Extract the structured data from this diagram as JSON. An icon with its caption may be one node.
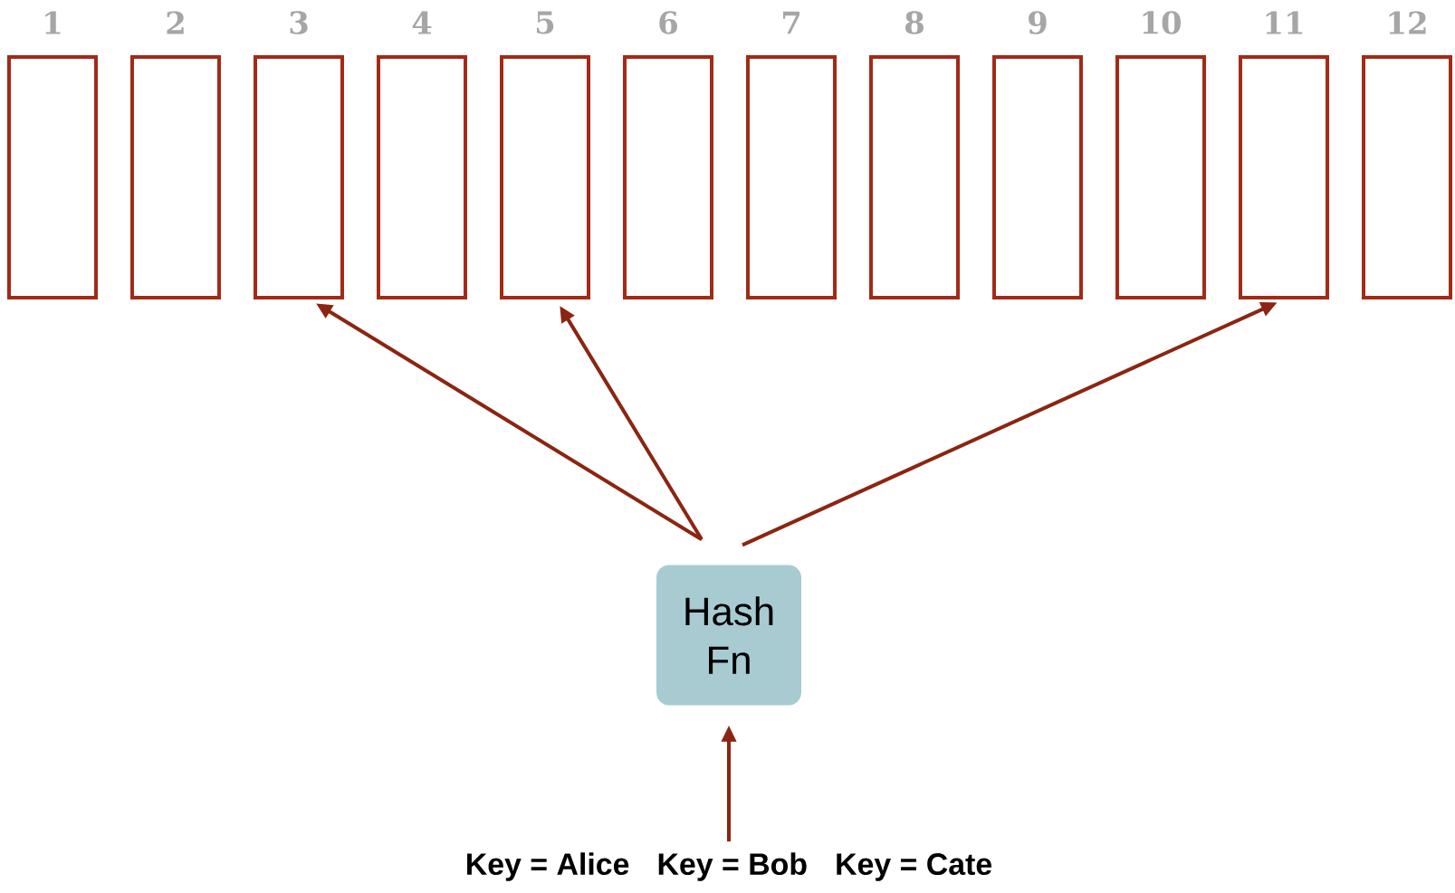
{
  "diagram": {
    "nodes": [
      {
        "text": [
          "1"
        ]
      },
      {
        "text": [
          "2"
        ]
      },
      {
        "text": [
          "3"
        ]
      },
      {
        "text": [
          "4"
        ]
      },
      {
        "text": [
          "5"
        ]
      },
      {
        "text": [
          "6"
        ]
      },
      {
        "text": [
          "7"
        ]
      },
      {
        "text": [
          "8"
        ]
      },
      {
        "text": [
          "9"
        ]
      },
      {
        "text": [
          "10"
        ]
      },
      {
        "text": [
          "11"
        ]
      },
      {
        "text": [
          "12"
        ]
      },
      {
        "text": [
          "Hash Fn"
        ]
      },
      {
        "text": [
          "Key = Alice",
          "Key = Bob",
          "Key = Cate"
        ]
      }
    ],
    "edges": [
      {
        "from": 12,
        "to": 2,
        "arrow": "to"
      },
      {
        "from": 12,
        "to": 4,
        "arrow": "to"
      },
      {
        "from": 12,
        "to": 10,
        "arrow": "to"
      },
      {
        "from": 13,
        "to": 12,
        "arrow": "to"
      }
    ]
  }
}
